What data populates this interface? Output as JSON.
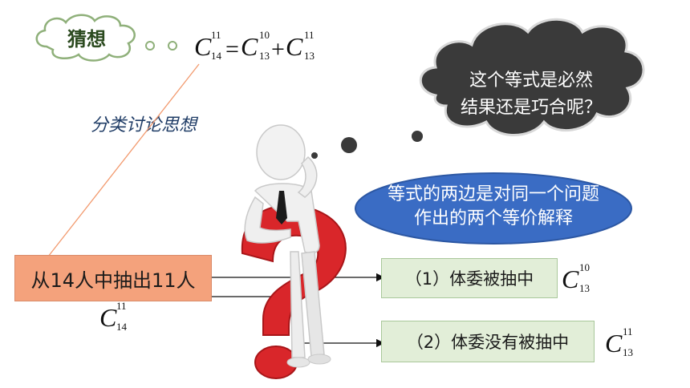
{
  "guess": {
    "label": "猜想"
  },
  "formula": {
    "lhs": {
      "sup": "11",
      "sub": "14"
    },
    "equals": "=",
    "term1": {
      "sup": "10",
      "sub": "13"
    },
    "plus": "+",
    "term2": {
      "sup": "11",
      "sub": "13"
    }
  },
  "topic": "分类讨论思想",
  "thought": {
    "line1": "这个等式是必然",
    "line2": "结果还是巧合呢？"
  },
  "explanation": {
    "line1": "等式的两边是对同一个问题",
    "line2": "作出的两个等价解释"
  },
  "source": {
    "label": "从14人中抽出11人",
    "comb": {
      "sup": "11",
      "sub": "14"
    }
  },
  "cases": [
    {
      "label": "（1）体委被抽中",
      "comb": {
        "sup": "10",
        "sub": "13"
      }
    },
    {
      "label": "（2）体委没有被抽中",
      "comb": {
        "sup": "11",
        "sub": "13"
      }
    }
  ],
  "colors": {
    "source_fill": "#f4a27c",
    "case_fill": "#e2eed8",
    "thought_cloud": "#3a3a3a",
    "explanation_fill": "#3a6cc4",
    "question_mark": "#d9262a"
  },
  "icons": [
    "speech-cloud",
    "thought-cloud",
    "thinking-figure",
    "question-mark"
  ]
}
